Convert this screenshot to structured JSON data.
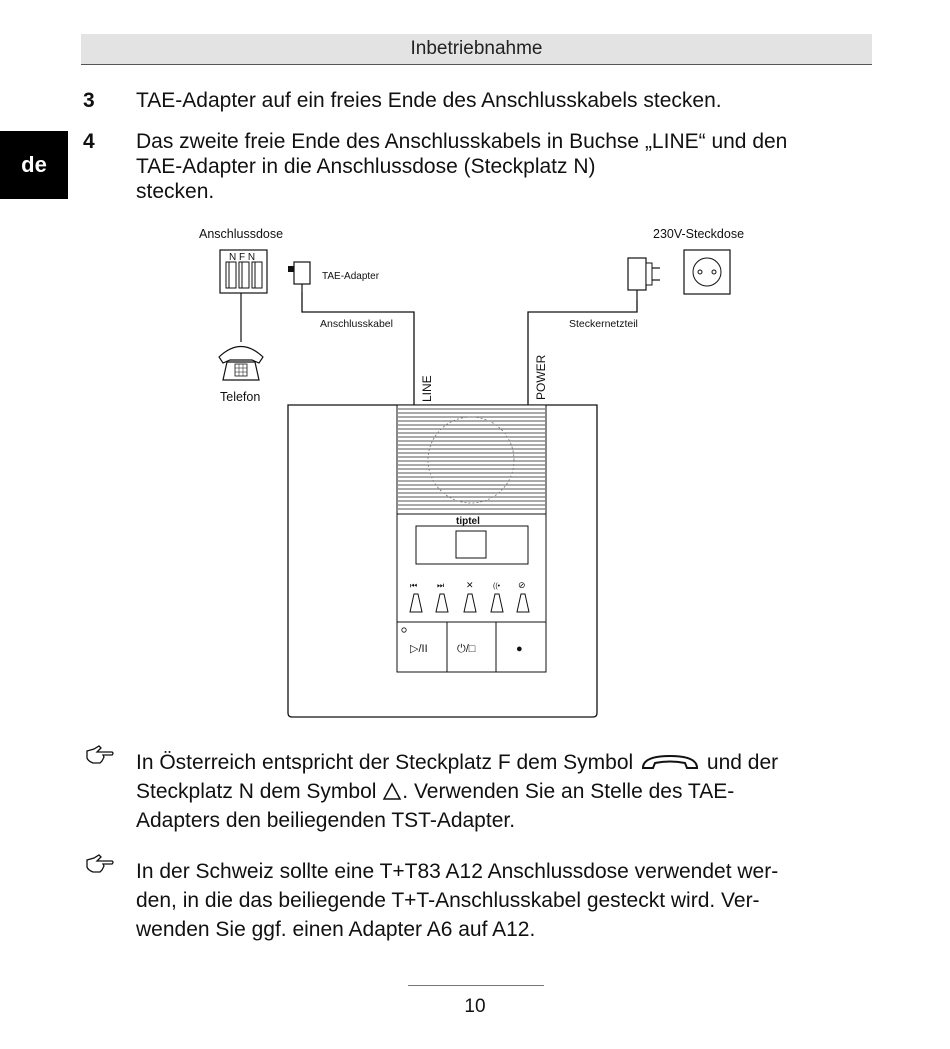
{
  "header": {
    "title": "Inbetriebnahme"
  },
  "lang_tab": "de",
  "steps": [
    {
      "num": "3",
      "text": "TAE-Adapter auf ein freies Ende des Anschlusskabels stecken."
    },
    {
      "num": "4",
      "line1": "Das zweite freie Ende des Anschlusskabels in Buchse „LINE“ und den",
      "line2": "TAE-Adapter in die Anschlussdose (Steckplatz N)",
      "line3": "stecken."
    }
  ],
  "diagram": {
    "labels": {
      "anschlussdose": "Anschlussdose",
      "nfn": "N F N",
      "tae_adapter": "TAE-Adapter",
      "anschlusskabel": "Anschlusskabel",
      "telefon": "Telefon",
      "steckdose": "230V-Steckdose",
      "steckernetzteil": "Steckernetzteil",
      "line": "LINE",
      "power": "POWER",
      "brand": "tiptel",
      "play_label": "▷/II",
      "power_label": "⏻/□",
      "rec_label": "●"
    }
  },
  "notes": [
    {
      "part1": "In Österreich entspricht der Steckplatz F dem Symbol",
      "part2": "und der",
      "line2a": "Steckplatz N dem Symbol",
      "line2b": ". Verwenden Sie an Stelle des TAE-",
      "line3": "Adapters den beiliegenden TST-Adapter."
    },
    {
      "line1": "In der Schweiz sollte eine T+T83 A12 Anschlussdose verwendet wer-",
      "line2": "den, in die das beiliegende T+T-Anschlusskabel gesteckt wird. Ver-",
      "line3": "wenden Sie ggf. einen Adapter A6 auf A12."
    }
  ],
  "page_number": "10"
}
